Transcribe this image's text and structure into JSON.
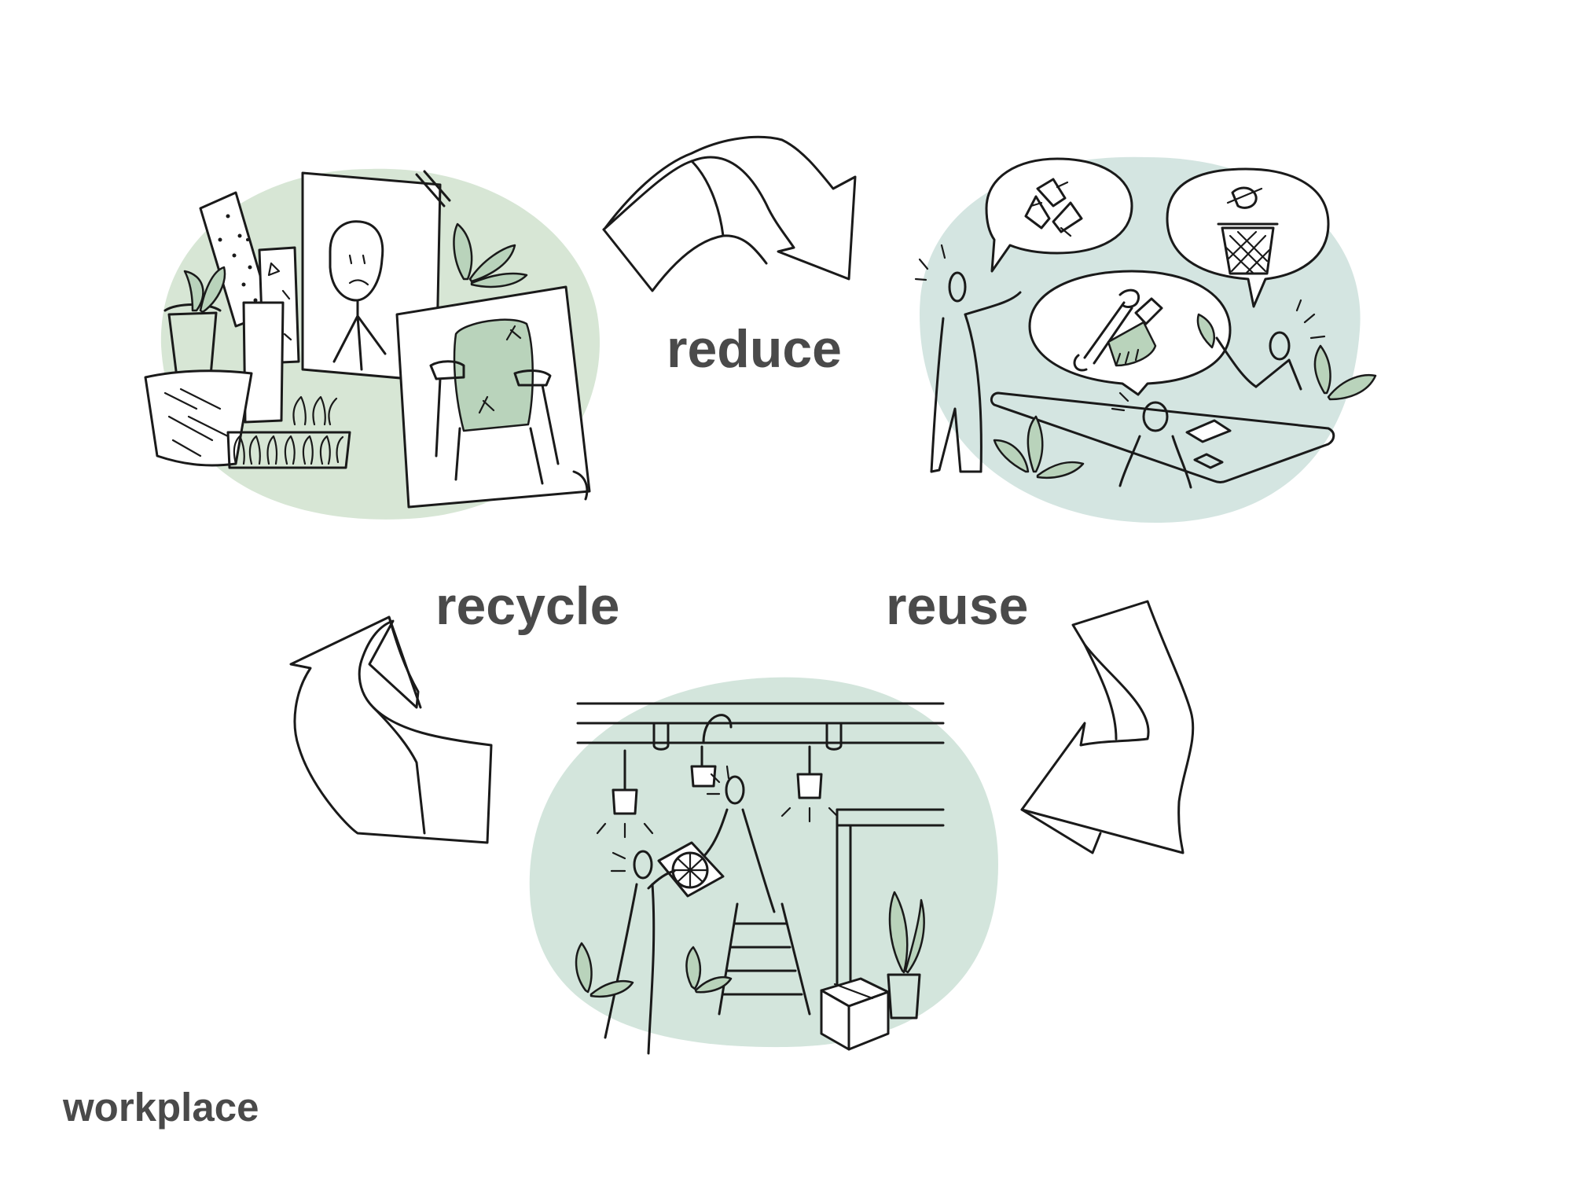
{
  "labels": {
    "reduce": "reduce",
    "reuse": "reuse",
    "recycle": "recycle",
    "workplace": "workplace"
  },
  "colors": {
    "blob_left": "#d7e6d5",
    "blob_right": "#d4e5e1",
    "blob_bottom": "#d3e5dc",
    "ink": "#1a1a1a",
    "label_text": "#4a4a4a",
    "background": "#ffffff"
  },
  "icons": [
    "recycle-icon",
    "trash-bin-icon",
    "tools-icon"
  ]
}
